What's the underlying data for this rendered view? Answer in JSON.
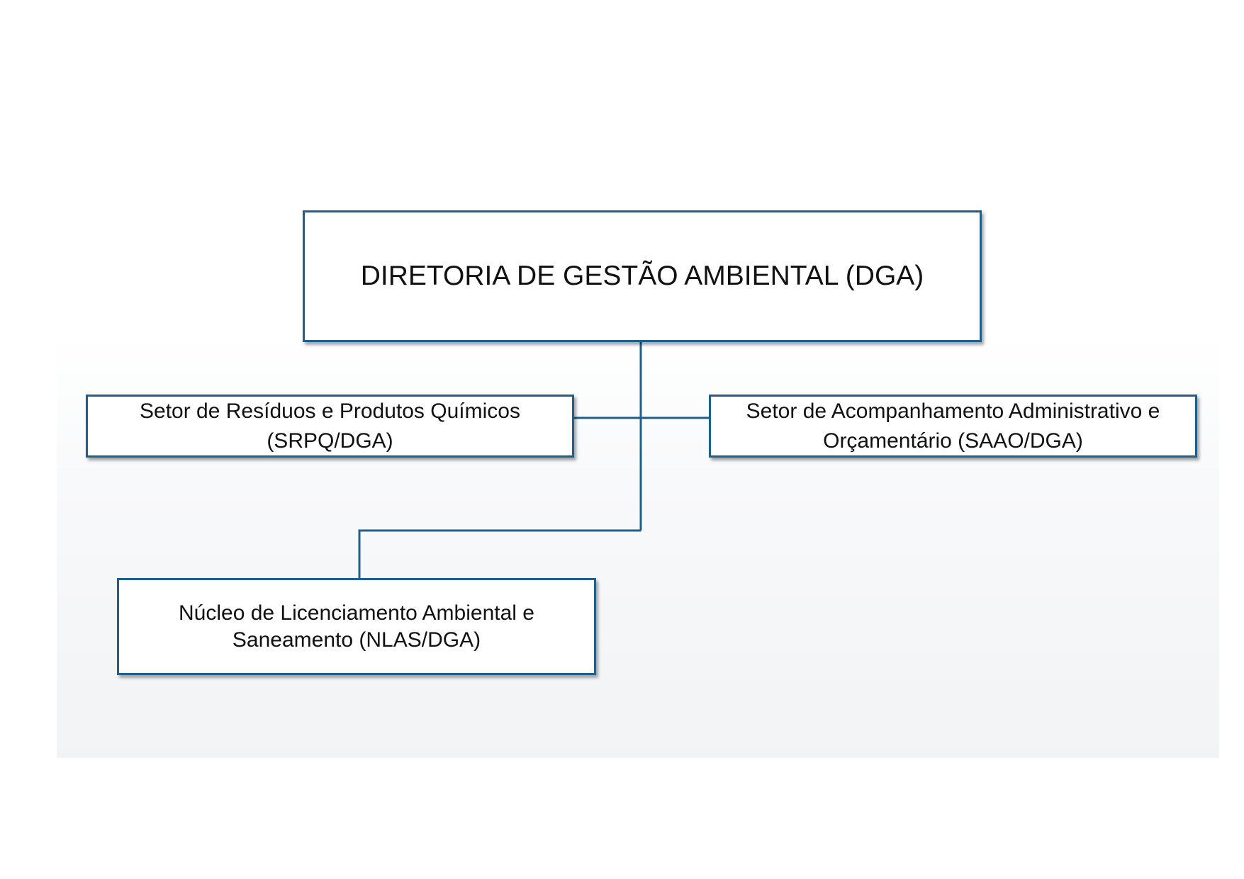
{
  "diagram": {
    "type": "org-chart",
    "line_color": "#1f5f8b",
    "nodes": {
      "root": {
        "line1": "DIRETORIA DE GESTÃO AMBIENTAL (DGA)"
      },
      "srpq": {
        "line1": "Setor de Resíduos e Produtos Químicos",
        "line2": "(SRPQ/DGA)"
      },
      "saao": {
        "line1": "Setor de Acompanhamento Administrativo e",
        "line2": "Orçamentário (SAAO/DGA)"
      },
      "nlas": {
        "line1": "Núcleo de Licenciamento Ambiental e",
        "line2": "Saneamento (NLAS/DGA)"
      }
    },
    "edges": [
      {
        "from": "root",
        "to": "srpq"
      },
      {
        "from": "root",
        "to": "saao"
      },
      {
        "from": "root",
        "to": "nlas"
      }
    ]
  }
}
